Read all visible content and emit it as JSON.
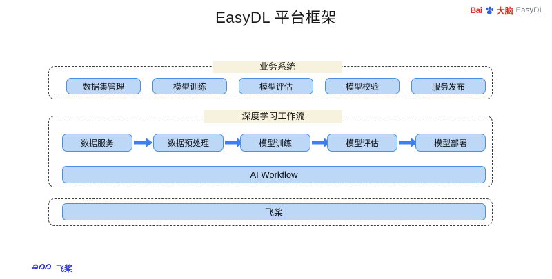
{
  "header": {
    "title": "EasyDL 平台框架",
    "brand": {
      "bai": "Bai",
      "paw_icon": "baidu-paw-icon",
      "du": "大脑",
      "product": "EasyDL"
    }
  },
  "groups": [
    {
      "id": "business-system",
      "label": "业务系统",
      "boxes": [
        "数据集管理",
        "模型训练",
        "模型评估",
        "模型校验",
        "服务发布"
      ]
    },
    {
      "id": "deep-learning-workflow",
      "label": "深度学习工作流",
      "boxes": [
        "数据服务",
        "数据预处理",
        "模型训练",
        "模型评估",
        "模型部署"
      ],
      "bar": "AI Workflow",
      "arrows": 4
    },
    {
      "id": "framework",
      "label": "",
      "bar": "飞桨"
    }
  ],
  "footer": {
    "logo_text": "飞桨",
    "logo_icon": "paddlepaddle-logo"
  },
  "colors": {
    "box_fill": "#bdd7f7",
    "box_border": "#4a90e2",
    "arrow": "#3d7ef0",
    "label_bg": "#f7f2dd",
    "group_border": "#3c3c3c",
    "brand_red": "#d93025",
    "brand_blue": "#2932e1"
  }
}
